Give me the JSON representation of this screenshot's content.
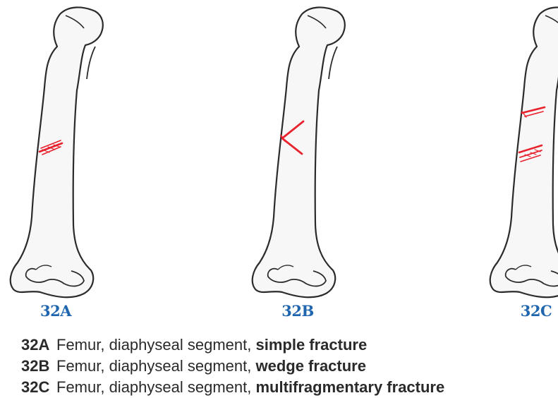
{
  "figures": [
    {
      "label": "32A",
      "type": "simple"
    },
    {
      "label": "32B",
      "type": "wedge"
    },
    {
      "label": "32C",
      "type": "multifragmentary"
    }
  ],
  "legend": [
    {
      "code": "32A",
      "text": "Femur, diaphyseal segment, ",
      "term": "simple fracture"
    },
    {
      "code": "32B",
      "text": "Femur, diaphyseal segment, ",
      "term": "wedge fracture"
    },
    {
      "code": "32C",
      "text": "Femur, diaphyseal segment, ",
      "term": "multifragmentary fracture"
    }
  ],
  "colors": {
    "bone_fill": "#f7f7f7",
    "bone_outline": "#2b2b2b",
    "fracture": "#e8232e",
    "label_blue": "#1f66ae",
    "legend_text": "#2a2a2a"
  }
}
